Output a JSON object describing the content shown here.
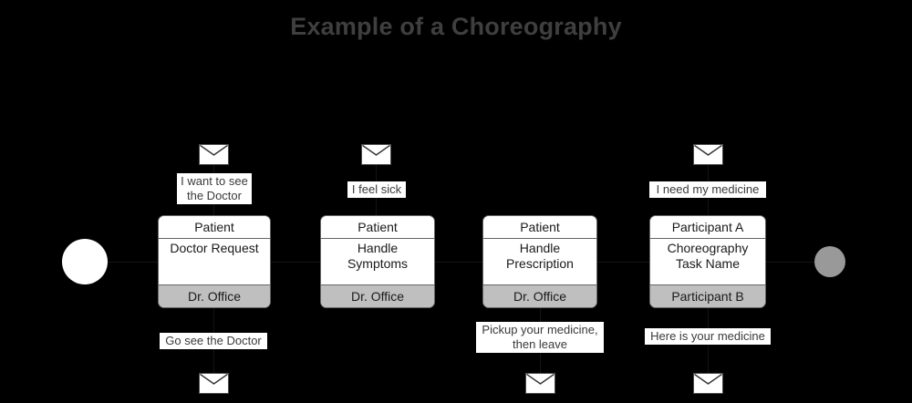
{
  "diagram": {
    "title": "Example of a Choreography",
    "title_color": "#3f3f3f",
    "background_color": "#000000"
  },
  "events": [
    {
      "name": "start-event",
      "type": "start",
      "color": "#ffffff"
    },
    {
      "name": "end-event",
      "type": "end",
      "color": "#999999"
    }
  ],
  "tasks": [
    {
      "top_participant": "Patient",
      "task_name": "Doctor Request",
      "bottom_participant": "Dr. Office",
      "bottom_band_color": "#bfbfbf"
    },
    {
      "top_participant": "Patient",
      "task_name": "Handle\nSymptoms",
      "bottom_participant": "Dr. Office",
      "bottom_band_color": "#bfbfbf"
    },
    {
      "top_participant": "Patient",
      "task_name": "Handle\nPrescription",
      "bottom_participant": "Dr. Office",
      "bottom_band_color": "#bfbfbf"
    },
    {
      "top_participant": "Participant A",
      "task_name": "Choreography\nTask Name",
      "bottom_participant": "Participant B",
      "bottom_band_color": "#bfbfbf"
    }
  ],
  "messages": {
    "top": [
      {
        "icon": "envelope-icon",
        "label": "I want to see\nthe Doctor"
      },
      {
        "icon": "envelope-icon",
        "label": "I feel sick"
      },
      {
        "icon": "envelope-icon",
        "label": "I need my medicine"
      }
    ],
    "bottom": [
      {
        "icon": "envelope-icon",
        "label": "Go see the Doctor"
      },
      {
        "icon": "envelope-icon",
        "label": "Pickup your medicine,\nthen leave"
      },
      {
        "icon": "envelope-icon",
        "label": "Here is your medicine"
      }
    ]
  }
}
